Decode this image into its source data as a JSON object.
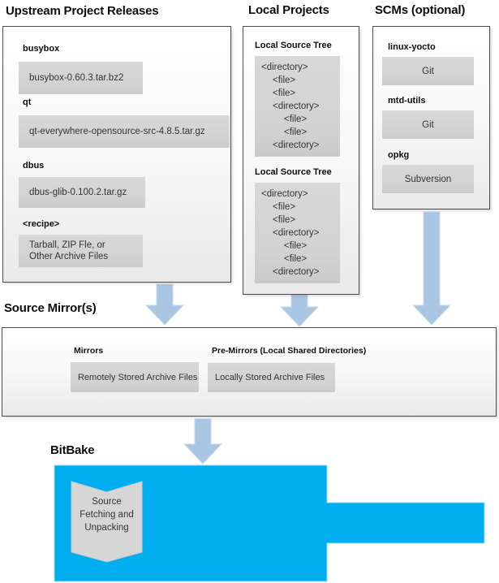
{
  "colors": {
    "arrow_fill": "#a9c6e3",
    "bitbake_fill": "#00aeef",
    "chevron_fill": "#d6d6d6",
    "panel_border": "#4a4a4a"
  },
  "upstream": {
    "title": "Upstream Project Releases",
    "items": [
      {
        "label": "busybox",
        "file": "busybox-0.60.3.tar.bz2"
      },
      {
        "label": "qt",
        "file": "qt-everywhere-opensource-src-4.8.5.tar.gz"
      },
      {
        "label": "dbus",
        "file": "dbus-glib-0.100.2.tar.gz"
      },
      {
        "label": "<recipe>",
        "file": "Tarball, ZIP Fle, or\nOther Archive Files"
      }
    ]
  },
  "local_projects": {
    "title": "Local Projects",
    "trees": [
      {
        "heading": "Local Source Tree",
        "lines": [
          {
            "text": "<directory>",
            "indent": 0
          },
          {
            "text": "<file>",
            "indent": 1
          },
          {
            "text": "<file>",
            "indent": 1
          },
          {
            "text": "<directory>",
            "indent": 1
          },
          {
            "text": "<file>",
            "indent": 2
          },
          {
            "text": "<file>",
            "indent": 2
          },
          {
            "text": "<directory>",
            "indent": 1
          }
        ]
      },
      {
        "heading": "Local Source Tree",
        "lines": [
          {
            "text": "<directory>",
            "indent": 0
          },
          {
            "text": "<file>",
            "indent": 1
          },
          {
            "text": "<file>",
            "indent": 1
          },
          {
            "text": "<directory>",
            "indent": 1
          },
          {
            "text": "<file>",
            "indent": 2
          },
          {
            "text": "<file>",
            "indent": 2
          },
          {
            "text": "<directory>",
            "indent": 1
          }
        ]
      }
    ]
  },
  "scms": {
    "title": "SCMs (optional)",
    "items": [
      {
        "label": "linux-yocto",
        "tool": "Git"
      },
      {
        "label": "mtd-utils",
        "tool": "Git"
      },
      {
        "label": "opkg",
        "tool": "Subversion"
      }
    ]
  },
  "source_mirrors": {
    "title": "Source Mirror(s)",
    "mirrors_label": "Mirrors",
    "mirrors_box": "Remotely Stored Archive Files",
    "premirrors_label": "Pre-Mirrors (Local Shared Directories)",
    "premirrors_box": "Locally Stored Archive Files"
  },
  "bitbake": {
    "title": "BitBake",
    "step": "Source\nFetching and\nUnpacking"
  }
}
